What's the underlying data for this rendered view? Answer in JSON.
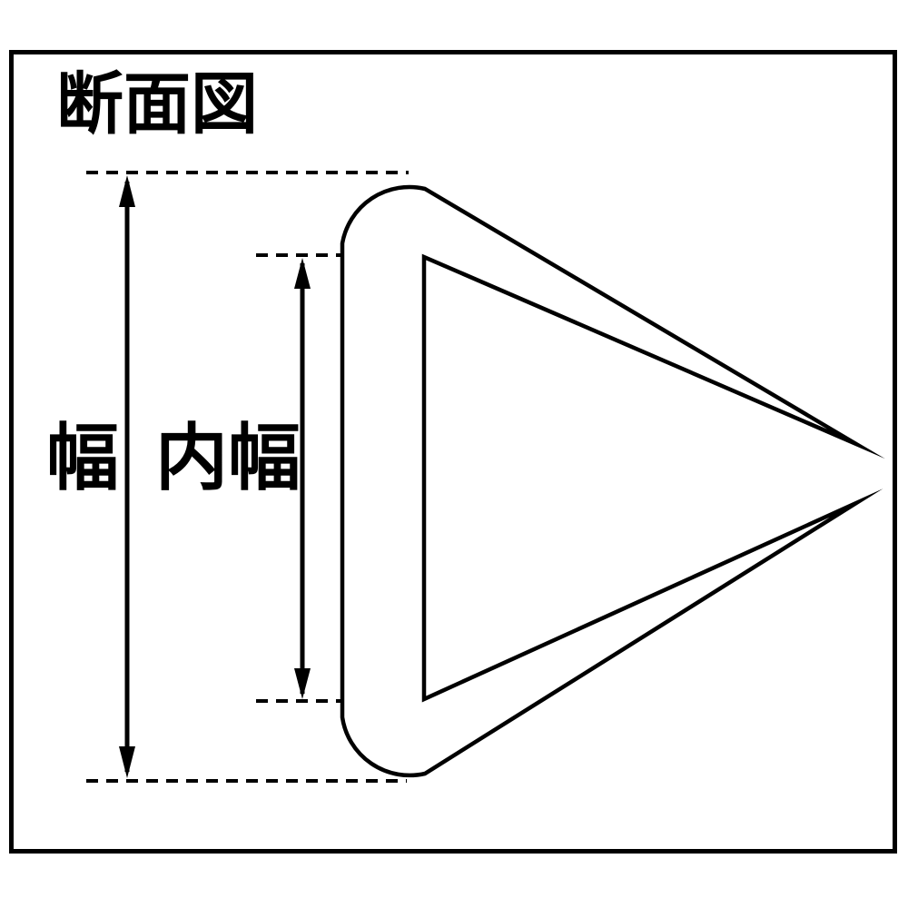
{
  "diagram": {
    "title": "断面図",
    "labels": {
      "outer_width": "幅",
      "inner_width": "内幅"
    },
    "style": {
      "line_color": "#000000",
      "background_color": "#ffffff"
    }
  }
}
